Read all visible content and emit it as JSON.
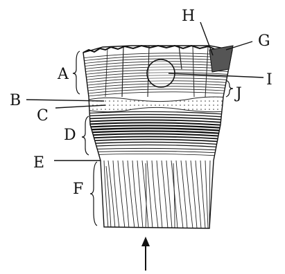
{
  "labels": {
    "A": "A",
    "B": "B",
    "C": "C",
    "D": "D",
    "E": "E",
    "F": "F",
    "G": "G",
    "H": "H",
    "I": "I",
    "J": "J"
  },
  "colors": {
    "ink": "#111111",
    "background": "#ffffff"
  }
}
